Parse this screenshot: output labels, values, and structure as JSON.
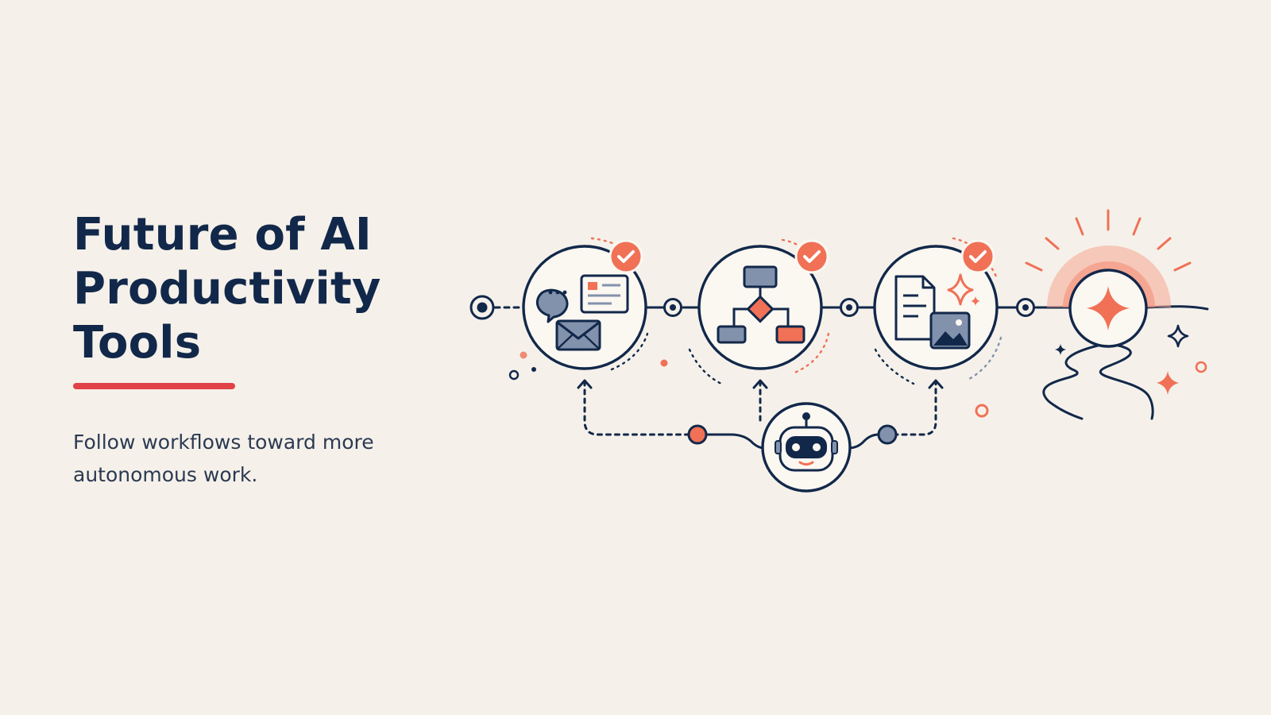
{
  "slide": {
    "title_lines": [
      "Future of AI",
      "Productivity",
      "Tools"
    ],
    "subtitle": "Follow workflows toward more autonomous work."
  },
  "colors": {
    "background": "#f5f1ea",
    "navy": "#12284a",
    "accent_red": "#e04248",
    "coral": "#f07156",
    "slate": "#8392ac",
    "circle_fill": "#fbf7f1"
  },
  "diagram": {
    "stages": [
      {
        "icons": [
          "chat-bubble-icon",
          "document-card-icon",
          "envelope-icon"
        ],
        "status": "check-badge-icon"
      },
      {
        "icons": [
          "flowchart-icon"
        ],
        "status": "check-badge-icon"
      },
      {
        "icons": [
          "document-icon",
          "image-icon",
          "sparkle-icon"
        ],
        "status": "check-badge-icon"
      }
    ],
    "agent": "robot-icon",
    "destination": "sun-star-icon"
  }
}
